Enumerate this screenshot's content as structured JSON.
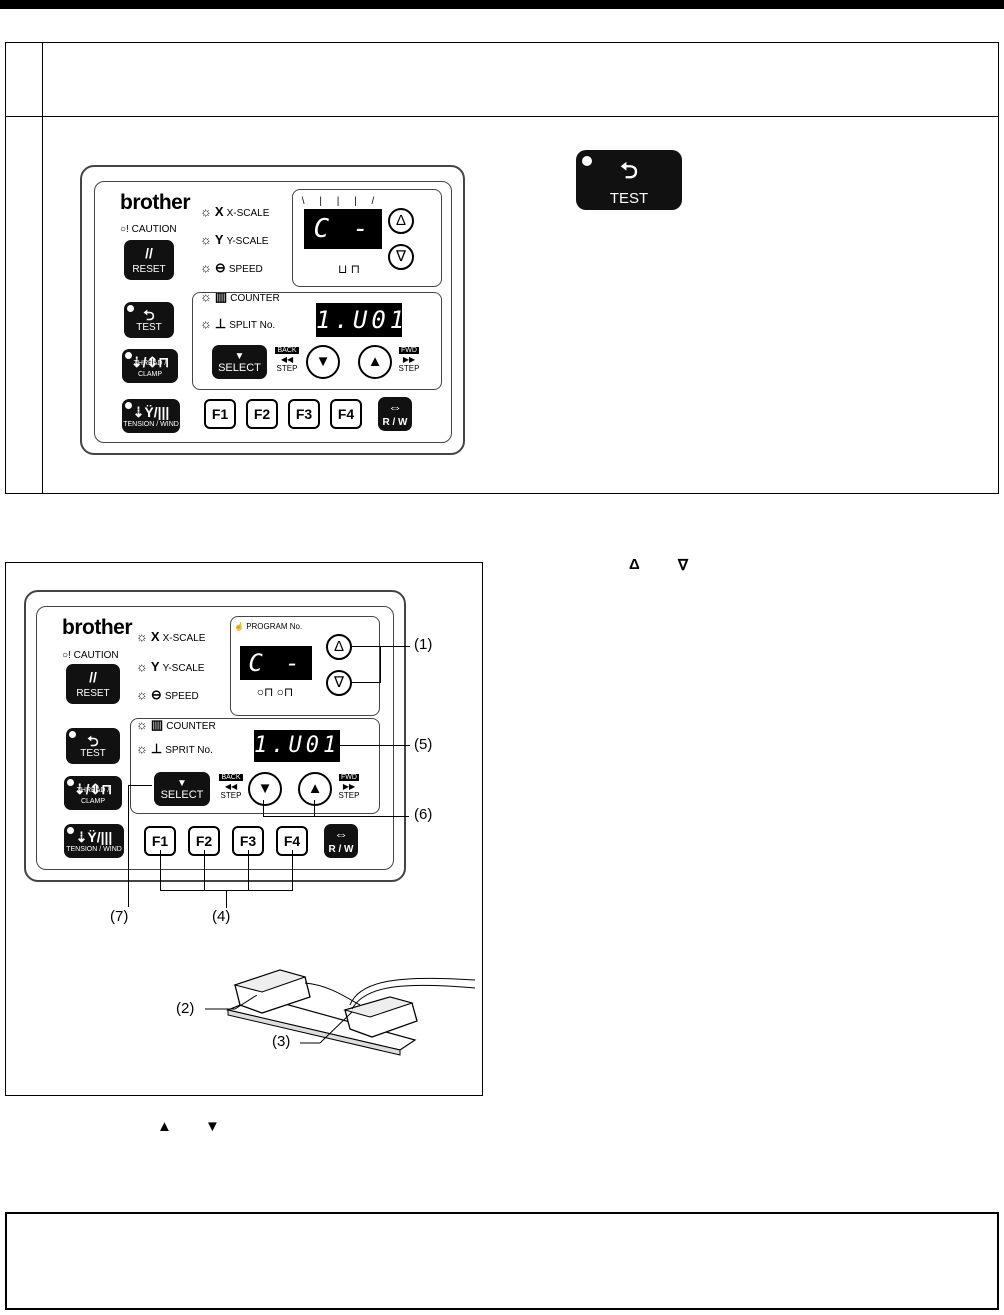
{
  "panel1": {
    "brand": "brother",
    "caution": "CAUTION",
    "reset": "RESET",
    "test": "TEST",
    "thread_clamp": "THREAD / CLAMP",
    "tension_wind": "TENSION / WIND",
    "indicators": [
      "X-SCALE",
      "Y-SCALE",
      "SPEED",
      "COUNTER",
      "SPLIT No."
    ],
    "display_top": "C - 1",
    "display_bottom": "1.U01",
    "select": "SELECT",
    "back": "BACK",
    "fwd": "FWD",
    "step": "STEP",
    "fkeys": [
      "F1",
      "F2",
      "F3",
      "F4"
    ],
    "rw": "R / W"
  },
  "test_key": {
    "label": "TEST"
  },
  "panel2": {
    "brand": "brother",
    "caution": "CAUTION",
    "reset": "RESET",
    "test": "TEST",
    "thread_clamp": "THREAD / CLAMP",
    "tension_wind": "TENSION / WIND",
    "indicators": [
      "X-SCALE",
      "Y-SCALE",
      "SPEED",
      "COUNTER",
      "SPRIT No."
    ],
    "program_no": "PROGRAM No.",
    "display_top": "C - 1",
    "display_bottom": "1.U01",
    "select": "SELECT",
    "back": "BACK",
    "fwd": "FWD",
    "step": "STEP",
    "fkeys": [
      "F1",
      "F2",
      "F3",
      "F4"
    ],
    "rw": "R / W"
  },
  "callouts": {
    "c1": "(1)",
    "c2": "(2)",
    "c3": "(3)",
    "c4": "(4)",
    "c5": "(5)",
    "c6": "(6)",
    "c7": "(7)"
  },
  "symbols": {
    "up_down_outline": [
      "Δ",
      "∇"
    ],
    "up_down_solid": [
      "▲",
      "▼"
    ]
  }
}
